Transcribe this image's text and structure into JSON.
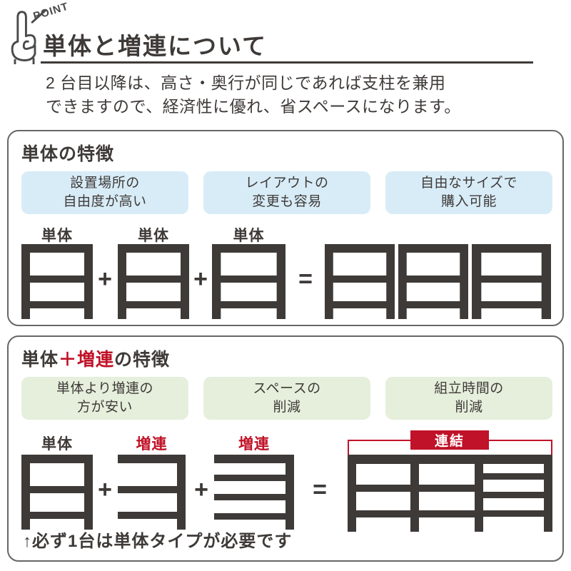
{
  "colors": {
    "ink": "#3e3a38",
    "red": "#c01228",
    "blue_pill": "#d8ecf7",
    "green_pill": "#e5efdc",
    "box_border": "#666666",
    "banner_text": "#ffffff"
  },
  "header": {
    "point_label": "POINT",
    "title": "単体と増連について",
    "intro_line1": "2 台目以降は、高さ・奥行が同じであれば支柱を兼用",
    "intro_line2": "できますので、経済性に優れ、省スペースになります。"
  },
  "ops": {
    "plus": "+",
    "equals": "="
  },
  "section1": {
    "heading": "単体の特徴",
    "pills": [
      {
        "line1": "設置場所の",
        "line2": "自由度が高い"
      },
      {
        "line1": "レイアウトの",
        "line2": "変更も容易"
      },
      {
        "line1": "自由なサイズで",
        "line2": "購入可能"
      }
    ],
    "unit_labels": [
      "単体",
      "単体",
      "単体"
    ]
  },
  "section2": {
    "heading_main": "単体",
    "heading_red": "＋増連",
    "heading_tail": "の特徴",
    "pills": [
      {
        "line1": "単体より増連の",
        "line2": "方が安い"
      },
      {
        "line1": "スペースの",
        "line2": "削減"
      },
      {
        "line1": "組立時間の",
        "line2": "削減"
      }
    ],
    "unit_labels": [
      "単体",
      "増連",
      "増連"
    ],
    "banner": "連結",
    "note": "↑必ず1台は単体タイプが必要です"
  }
}
